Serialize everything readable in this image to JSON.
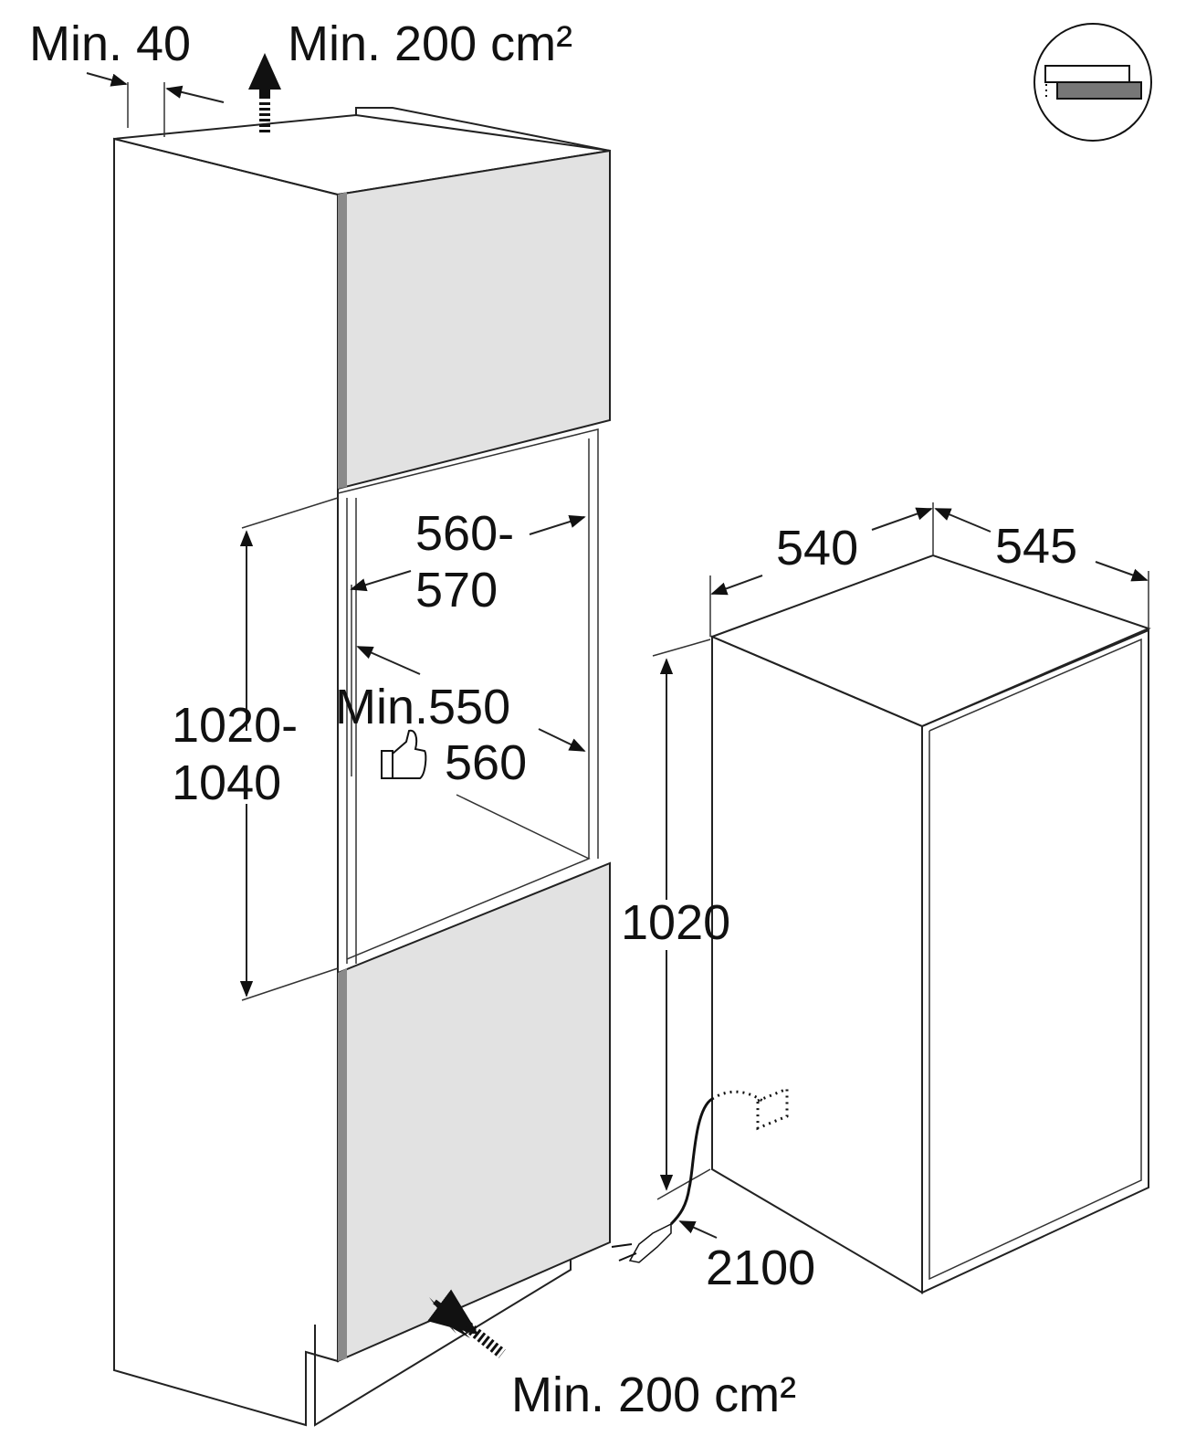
{
  "labels": {
    "top_gap": "Min. 40",
    "top_vent": "Min. 200 cm²",
    "niche_width_1": "560-",
    "niche_width_2": "570",
    "niche_depth_min": "Min.550",
    "niche_depth_rec": "560",
    "niche_height_1": "1020-",
    "niche_height_2": "1040",
    "appliance_width": "540",
    "appliance_depth": "545",
    "appliance_height": "1020",
    "cable_length": "2100",
    "bottom_vent": "Min. 200 cm²"
  },
  "colors": {
    "door_fill": "#e2e2e2",
    "door_edge": "#8a8a8a",
    "line": "#222222"
  }
}
